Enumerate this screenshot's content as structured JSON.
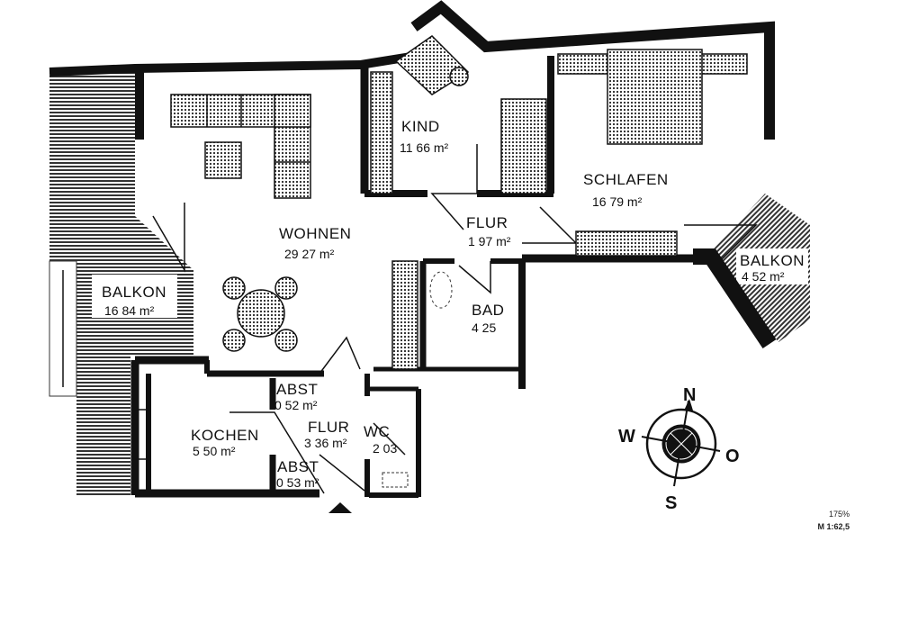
{
  "rooms": {
    "wohnen": {
      "name": "WOHNEN",
      "area": "29 27 m²"
    },
    "kind": {
      "name": "KIND",
      "area": "11 66 m²"
    },
    "schlafen": {
      "name": "SCHLAFEN",
      "area": "16 79 m²"
    },
    "flur_top": {
      "name": "FLUR",
      "area": "1 97 m²"
    },
    "bad": {
      "name": "BAD",
      "area": "4 25"
    },
    "balkon_left": {
      "name": "BALKON",
      "area": "16 84 m²"
    },
    "balkon_right": {
      "name": "BALKON",
      "area": "4 52 m²"
    },
    "kochen": {
      "name": "KOCHEN",
      "area": "5 50 m²"
    },
    "abst_top": {
      "name": "ABST",
      "area": "0 52 m²"
    },
    "abst_bottom": {
      "name": "ABST",
      "area": "0 53 m²"
    },
    "flur_bottom": {
      "name": "FLUR",
      "area": "3 36 m²"
    },
    "wc": {
      "name": "WC",
      "area": "2 03"
    }
  },
  "compass": {
    "n": "N",
    "s": "S",
    "w": "W",
    "o": "O"
  },
  "scale": {
    "zoom": "175%",
    "ratio": "M 1:62,5"
  },
  "colors": {
    "ink": "#111111",
    "paper": "#ffffff"
  }
}
